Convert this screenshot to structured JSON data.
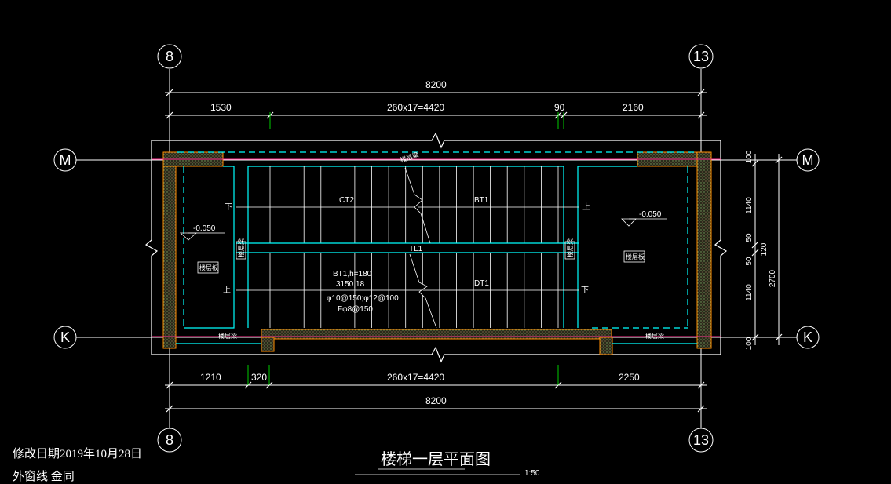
{
  "grid_axes": {
    "axis_8_top": "8",
    "axis_13_top": "13",
    "axis_8_bottom": "8",
    "axis_13_bottom": "13",
    "axis_m_left": "M",
    "axis_m_right": "M",
    "axis_k_left": "K",
    "axis_k_right": "K"
  },
  "dimensions_top": {
    "overall": "8200",
    "seg1": "1530",
    "seg2": "260x17=4420",
    "seg3": "90",
    "seg4": "2160"
  },
  "dimensions_bottom": {
    "seg1": "1210",
    "seg2": "320",
    "seg3": "260x17=4420",
    "seg4": "2250",
    "overall": "8200"
  },
  "dimensions_right": {
    "d1": "100",
    "d2": "1140",
    "d3": "50",
    "d4": "50",
    "d5": "1140",
    "d6": "100",
    "mid": "120",
    "overall": "2700"
  },
  "labels": {
    "ct2": "CT2",
    "bt1": "BT1",
    "tl1": "TL1",
    "dt1": "DT1",
    "bt1_spec": "BT1,h=180",
    "bt1_spec2": "3150,18",
    "bt1_spec3": "φ10@150;φ12@100",
    "bt1_spec4": "Fφ8@150",
    "up_top_left": "下",
    "up_top_right": "上",
    "up_bottom_left": "上",
    "up_bottom_right": "下",
    "elev_left": "-0.050",
    "elev_right": "-0.050",
    "tag_top_mid": "楼层梁",
    "tag_left_room": "楼层板",
    "tag_right_room": "楼层板",
    "tag_bottom_left": "楼层梁",
    "tag_bottom_right": "楼层梁",
    "tag_post_left": "楼层梁",
    "tag_post_right": "楼层梁"
  },
  "title": {
    "main": "楼梯一层平面图",
    "scale": "1:50"
  },
  "footer": {
    "line1": "修改日期2019年10月28日",
    "line2": "外窗线 金同"
  },
  "colors": {
    "background": "#000000",
    "lines": "#ffffff",
    "cyan_beams": "#00ffff",
    "wall_hatch": "#ff8c00",
    "ext_lines": "#00ff00",
    "magenta_axis": "#ff3090"
  }
}
